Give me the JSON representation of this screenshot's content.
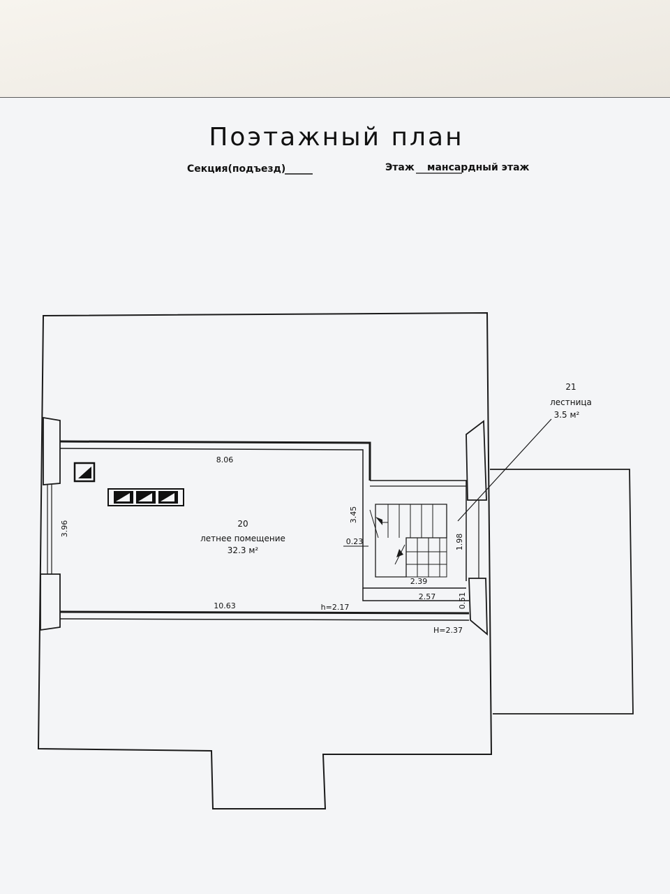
{
  "title": "Поэтажный план",
  "section_label": "Секция(подъезд)",
  "floor_label": "Этаж",
  "floor_value": "мансардный этаж",
  "rooms": [
    {
      "number": "20",
      "name": "летнее помещение",
      "area": "32.3 м²"
    },
    {
      "number": "21",
      "name": "лестница",
      "area": "3.5 м²"
    }
  ],
  "dimensions": {
    "top_length": "8.06",
    "bottom_length": "10.63",
    "left_width": "3.96",
    "stair_height_left": "3.45",
    "stair_offset": "0.23",
    "stair_height_right": "1.98",
    "stair_width_inner": "2.39",
    "stair_width_outer": "2.57",
    "right_small": "0.51",
    "inner_height": "h=2.17",
    "outer_height": "H=2.37"
  }
}
